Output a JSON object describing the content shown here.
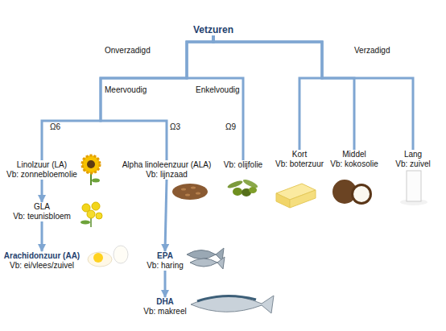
{
  "diagram": {
    "nodes": [
      {
        "text": [
          "Vetzuren"
        ]
      },
      {
        "text": [
          "Linolzuur (LA)",
          "Vb: zonnebloemolie"
        ]
      },
      {
        "text": [
          "Alpha linoleenzuur (ALA)",
          "Vb: lijnzaad"
        ]
      },
      {
        "text": [
          "Vb: olijfolie"
        ]
      },
      {
        "text": [
          "Kort",
          "Vb: boterzuur"
        ]
      },
      {
        "text": [
          "Middel",
          "Vb: kokosolie"
        ]
      },
      {
        "text": [
          "Lang",
          "Vb: zuivel"
        ]
      },
      {
        "text": [
          "GLA",
          "Vb: teunisbloem"
        ]
      },
      {
        "text": [
          "Arachidonzuur (AA)",
          "Vb: ei/vlees/zuivel"
        ]
      },
      {
        "text": [
          "EPA",
          "Vb: haring"
        ]
      },
      {
        "text": [
          "DHA",
          "Vb: makreel"
        ]
      }
    ],
    "edges": [
      {
        "from": 0,
        "to": 1,
        "arrow": "none"
      },
      {
        "from": 0,
        "to": 2,
        "arrow": "none"
      },
      {
        "from": 0,
        "to": 3,
        "arrow": "none"
      },
      {
        "from": 0,
        "to": 4,
        "arrow": "none"
      },
      {
        "from": 0,
        "to": 5,
        "arrow": "none"
      },
      {
        "from": 0,
        "to": 6,
        "arrow": "none"
      },
      {
        "from": 1,
        "to": 7,
        "arrow": "to"
      },
      {
        "from": 7,
        "to": 8,
        "arrow": "to"
      },
      {
        "from": 2,
        "to": 9,
        "arrow": "to"
      },
      {
        "from": 9,
        "to": 10,
        "arrow": "to"
      }
    ],
    "labels": [
      "Onverzadigd",
      "Verzadigd",
      "Meervoudig",
      "Enkelvoudig",
      "Ω6",
      "Ω3",
      "Ω9"
    ]
  }
}
